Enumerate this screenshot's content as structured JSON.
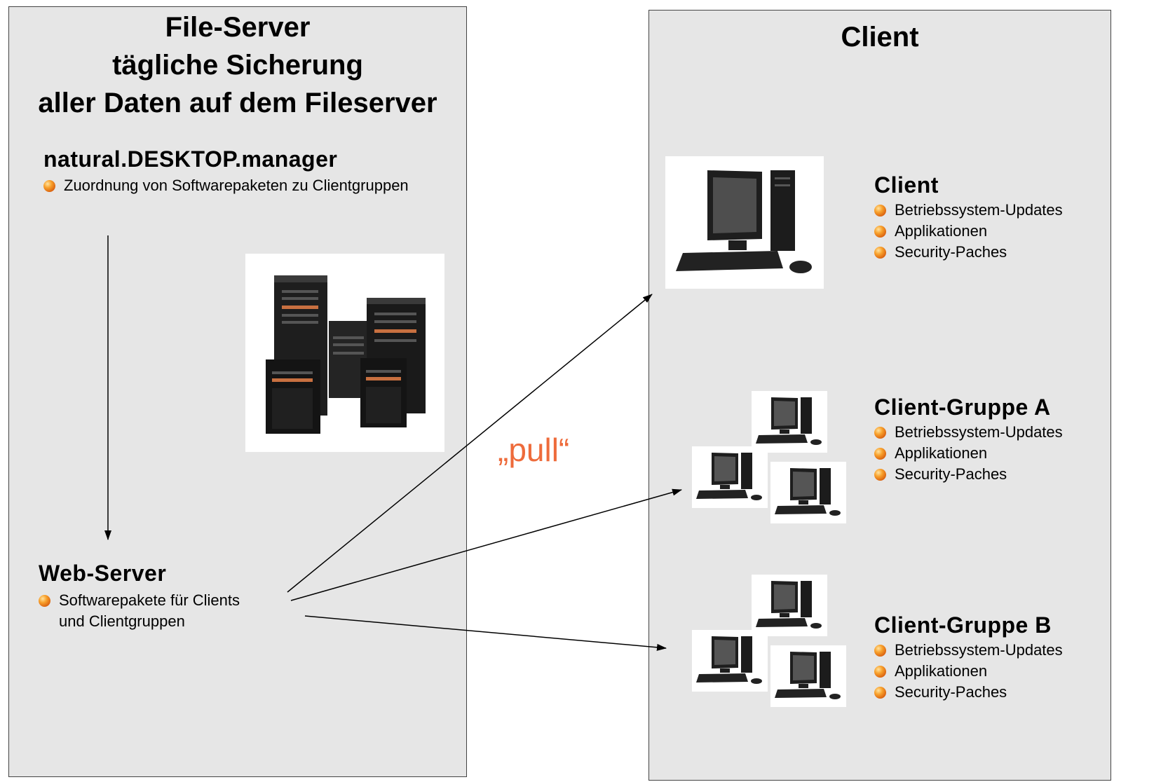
{
  "file_server": {
    "title_lines": [
      "File-Server",
      "tägliche Sicherung",
      "aller Daten auf dem Fileserver"
    ],
    "manager": {
      "heading": "natural.DESKTOP.manager",
      "bullets": [
        "Zuordnung von Softwarepaketen zu Clientgruppen"
      ]
    },
    "web_server": {
      "heading": "Web-Server",
      "bullets": [
        "Softwarepakete für Clients und Clientgruppen"
      ]
    }
  },
  "connector_label": "„pull“",
  "client_panel": {
    "title": "Client",
    "groups": [
      {
        "heading": "Client",
        "bullets": [
          "Betriebssystem-Updates",
          "Applikationen",
          "Security-Paches"
        ]
      },
      {
        "heading": "Client-Gruppe A",
        "bullets": [
          "Betriebssystem-Updates",
          "Applikationen",
          "Security-Paches"
        ]
      },
      {
        "heading": "Client-Gruppe B",
        "bullets": [
          "Betriebssystem-Updates",
          "Applikationen",
          "Security-Paches"
        ]
      }
    ]
  },
  "colors": {
    "panel_bg": "#e6e6e6",
    "pull_label": "#ee6b3b",
    "bullet": "#f08a1c"
  },
  "icons": [
    "server-rack-icon",
    "desktop-computer-icon",
    "bullet-orb-icon",
    "arrow-icon"
  ]
}
